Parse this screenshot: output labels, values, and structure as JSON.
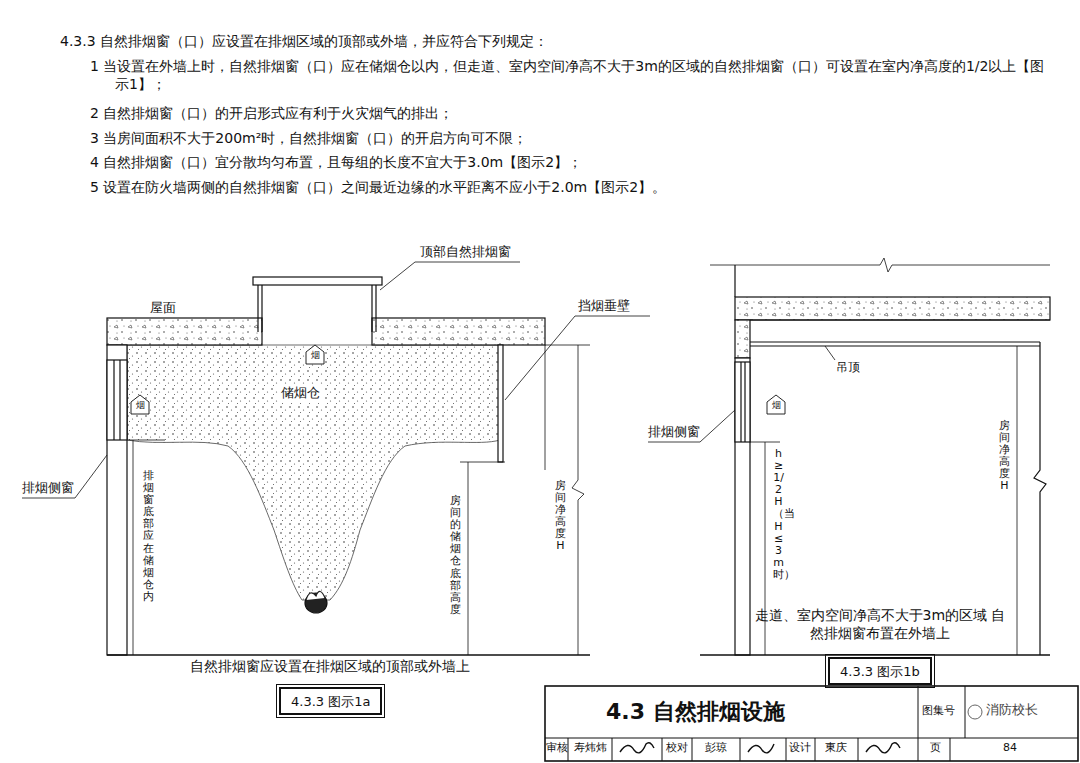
{
  "diagram": {
    "title": "4.3 自然排烟设施",
    "nodes": [
      {
        "text": [
          "4.3.3 图示1a"
        ]
      },
      {
        "text": [
          "4.3.3 图示1b"
        ]
      }
    ],
    "labels": [
      "4.3.3 自然排烟窗（口）应设置在排烟区域的顶部或外墙，并应符合下列规定：",
      "1 当设置在外墙上时，自然排烟窗（口）应在储烟仓以内，但走道、室内空间净高不大于3m的区域的自然排烟窗（口）可设置在室内净高度的1/2以上【图示1】；",
      "2 自然排烟窗（口）的开启形式应有利于火灾烟气的排出；",
      "3 当房间面积不大于200m²时，自然排烟窗（口）的开启方向可不限；",
      "4 自然排烟窗（口）宜分散均匀布置，且每组的长度不宜大于3.0m【图示2】；",
      "5 设置在防火墙两侧的自然排烟窗（口）之间最近边缘的水平距离不应小于2.0m【图示2】。",
      "顶部自然排烟窗",
      "屋面",
      "挡烟垂壁",
      "储烟仓",
      "排烟侧窗",
      "排烟窗底部应在储烟仓内",
      "房间的储烟仓底部高度",
      "房间净高度H",
      "烟",
      "烟",
      "自然排烟窗应设置在排烟区域的顶部或外墙上",
      "吊顶",
      "排烟侧窗",
      "h≥1/2H（当H≤3m时）",
      "房间净高度H",
      "烟",
      "走道、室内空间净高不大于3m的区域 自然排烟窗布置在外墙上",
      "图集号",
      "审核",
      "寿炜炜",
      "校对",
      "彭琼",
      "设计",
      "東庆",
      "页",
      "84",
      "消防校长"
    ]
  }
}
